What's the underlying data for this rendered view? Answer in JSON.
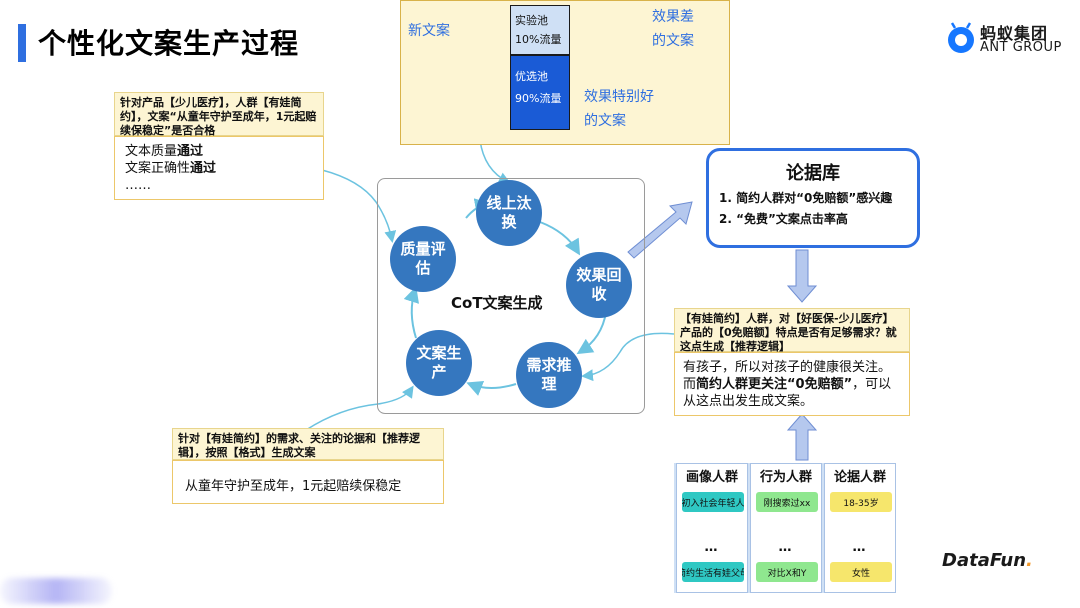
{
  "title": "个性化文案生产过程",
  "logo": {
    "cn": "蚂蚁集团",
    "en": "ANT GROUP"
  },
  "pool": {
    "new_copy": "新文案",
    "exp_pool": "实验池",
    "exp_traffic": "10%流量",
    "best_pool": "优选池",
    "best_traffic": "90%流量",
    "poor_line1": "效果差",
    "poor_line2": "的文案",
    "good_line1": "效果特别好",
    "good_line2": "的文案"
  },
  "quality_note": {
    "head": "针对产品【少儿医疗】，人群【有娃简约】，文案“从童年守护至成年，1元起赔续保稳定”是否合格",
    "line1_text": "文本质量",
    "line1_bold": "通过",
    "line2_text": "文案正确性",
    "line2_bold": "通过",
    "line3": "……"
  },
  "cycle": {
    "online": "线上汰换",
    "feedback": "效果回收",
    "reasoning": "需求推理",
    "produce": "文案生产",
    "quality": "质量评估",
    "center": "CoT文案生成"
  },
  "evidence": {
    "title": "论据库",
    "item1": "1. 简约人群对“0免赔额”感兴趣",
    "item2": "2. “免费”文案点击率高"
  },
  "reasoning_note": {
    "head": "【有娃简约】人群，对【好医保-少儿医疗】产品的【0免赔额】特点是否有足够需求？就这点生成【推荐逻辑】",
    "body_a": "有孩子，所以对孩子的健康很关注。而",
    "body_bold": "简约人群更关注“0免赔额”",
    "body_b": "，可以从这点出发生成文案。"
  },
  "produce_note": {
    "head": "针对【有娃简约】的需求、关注的论据和【推荐逻辑】，按照【格式】生成文案",
    "body": "从童年守护至成年，1元起赔续保稳定"
  },
  "crowd": {
    "col1": {
      "head": "画像人群",
      "tag1": "初入社会年轻人",
      "dots": "…",
      "tag2": "简约生活有娃父母",
      "color": "#2fc8c3"
    },
    "col2": {
      "head": "行为人群",
      "tag1": "刚搜索过xx",
      "dots": "…",
      "tag2": "对比X和Y",
      "color": "#8fe78f"
    },
    "col3": {
      "head": "论据人群",
      "tag1": "18-35岁",
      "dots": "…",
      "tag2": "女性",
      "color": "#f6e66c"
    }
  },
  "footer": {
    "brand_main": "DataFun",
    "brand_dot": "."
  },
  "colors": {
    "accent_blue": "#2f6fe0",
    "node_blue": "#3577bf",
    "note_yellow": "#fdf5d3",
    "connector_cyan": "#6cc3e0"
  }
}
